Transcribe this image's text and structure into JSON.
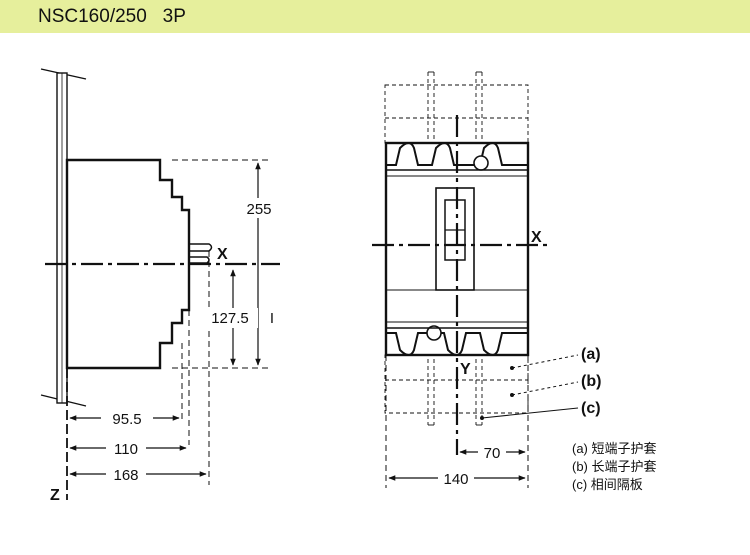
{
  "header": {
    "title": "NSC160/250   3P"
  },
  "side_view": {
    "dim_height": "255",
    "dim_half_height": "127.5",
    "dim_depth_1": "95.5",
    "dim_depth_2": "110",
    "dim_depth_3": "168",
    "axis_x": "X",
    "axis_z": "Z",
    "tick_mark": "I"
  },
  "front_view": {
    "dim_width": "140",
    "dim_half_width": "70",
    "axis_x": "X",
    "axis_y": "Y"
  },
  "callouts": [
    "(a)",
    "(b)",
    "(c)"
  ],
  "legend": [
    "(a) 短端子护套",
    "(b) 长端子护套",
    "(c) 相间隔板"
  ]
}
